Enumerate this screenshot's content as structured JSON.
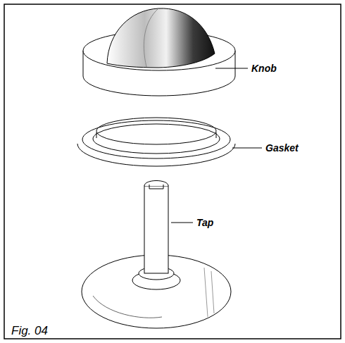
{
  "diagram": {
    "caption": "Fig. 04",
    "labels": [
      "Knob",
      "Gasket",
      "Tap"
    ]
  }
}
